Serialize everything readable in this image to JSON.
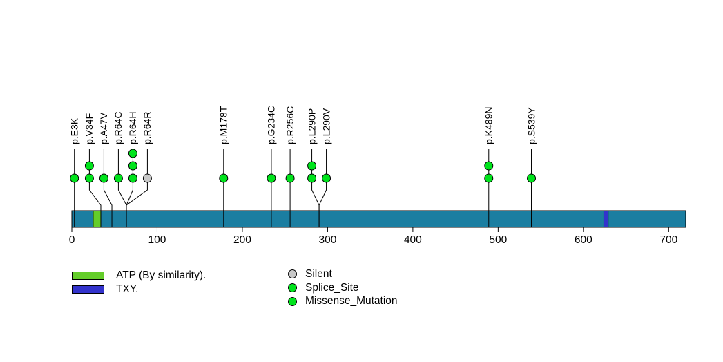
{
  "chart_data": {
    "type": "lollipop",
    "description": "Protein mutation lollipop diagram",
    "axis": {
      "min": 0,
      "max": 700,
      "ticks": [
        0,
        100,
        200,
        300,
        400,
        500,
        600,
        700
      ]
    },
    "protein": {
      "length": 720,
      "bar_color": "#1b7ea1",
      "domains": [
        {
          "name": "ATP (By similarity).",
          "start": 25,
          "end": 34,
          "color": "#64cd2a"
        },
        {
          "name": "TXY.",
          "start": 624,
          "end": 629,
          "color": "#3333cc"
        }
      ]
    },
    "mutations": [
      {
        "label": "p.E3K",
        "position": 3,
        "count": 1,
        "consequence": "Missense_Mutation"
      },
      {
        "label": "p.V34F",
        "position": 34,
        "count": 2,
        "consequence": "Missense_Mutation"
      },
      {
        "label": "p.A47V",
        "position": 47,
        "count": 1,
        "consequence": "Missense_Mutation"
      },
      {
        "label": "p.R64C",
        "position": 64,
        "count": 1,
        "consequence": "Missense_Mutation"
      },
      {
        "label": "p.R64H",
        "position": 64,
        "count": 3,
        "consequence": "Missense_Mutation"
      },
      {
        "label": "p.R64R",
        "position": 64,
        "count": 1,
        "consequence": "Silent"
      },
      {
        "label": "p.M178T",
        "position": 178,
        "count": 1,
        "consequence": "Missense_Mutation"
      },
      {
        "label": "p.G234C",
        "position": 234,
        "count": 1,
        "consequence": "Missense_Mutation"
      },
      {
        "label": "p.R256C",
        "position": 256,
        "count": 1,
        "consequence": "Missense_Mutation"
      },
      {
        "label": "p.L290P",
        "position": 290,
        "count": 2,
        "consequence": "Missense_Mutation"
      },
      {
        "label": "p.L290V",
        "position": 290,
        "count": 1,
        "consequence": "Missense_Mutation"
      },
      {
        "label": "p.K489N",
        "position": 489,
        "count": 2,
        "consequence": "Missense_Mutation"
      },
      {
        "label": "p.S539Y",
        "position": 539,
        "count": 1,
        "consequence": "Missense_Mutation"
      }
    ],
    "consequence_colors": {
      "Silent": "#c8c8c8",
      "Splice_Site": "#00e31c",
      "Missense_Mutation": "#00e31c"
    },
    "legend_domains": [
      {
        "label": "ATP (By similarity).",
        "color": "#64cd2a"
      },
      {
        "label": "TXY.",
        "color": "#3333cc"
      }
    ],
    "legend_consequences": [
      {
        "label": "Silent",
        "color": "#c8c8c8"
      },
      {
        "label": "Splice_Site",
        "color": "#00e31c"
      },
      {
        "label": "Missense_Mutation",
        "color": "#00e31c"
      }
    ]
  }
}
